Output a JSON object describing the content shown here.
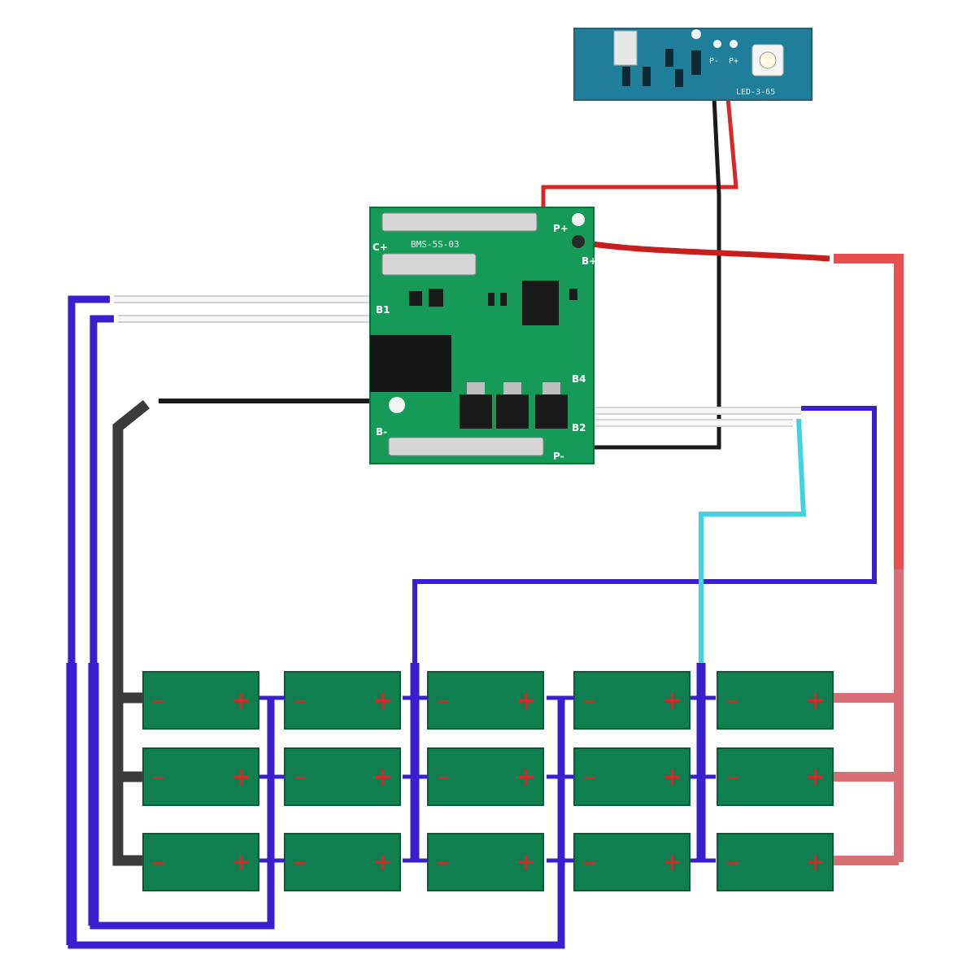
{
  "colors": {
    "background": "#ffffff",
    "cell_green": "#0f7f4f",
    "cell_border": "#0a5c39",
    "cell_terminal": "#d62828",
    "pcb_green": "#169a57",
    "led_board_blue": "#1f7f9a",
    "wire_blue": "#3a1fd0",
    "wire_cyan": "#3fd4e0",
    "wire_red": "#e85050",
    "wire_red_light": "#d86e76",
    "wire_black": "#1a1a1a",
    "wire_gray": "#3b3b3b",
    "wire_white": "#f4f4f4"
  },
  "led_board": {
    "pads": [
      "P-",
      "P+"
    ],
    "model_label": "LED-3-65"
  },
  "bms_board": {
    "labels": {
      "c_plus": "C+",
      "p_plus": "P+",
      "b_plus": "B+",
      "b1": "B1",
      "b4": "B4",
      "b2": "B2",
      "b_minus": "B-",
      "p_minus": "P-",
      "model_silk": "BMS-5S-03"
    }
  },
  "cells": {
    "count_columns": 5,
    "count_rows": 3,
    "negative_symbol": "−",
    "positive_symbol": "+"
  }
}
